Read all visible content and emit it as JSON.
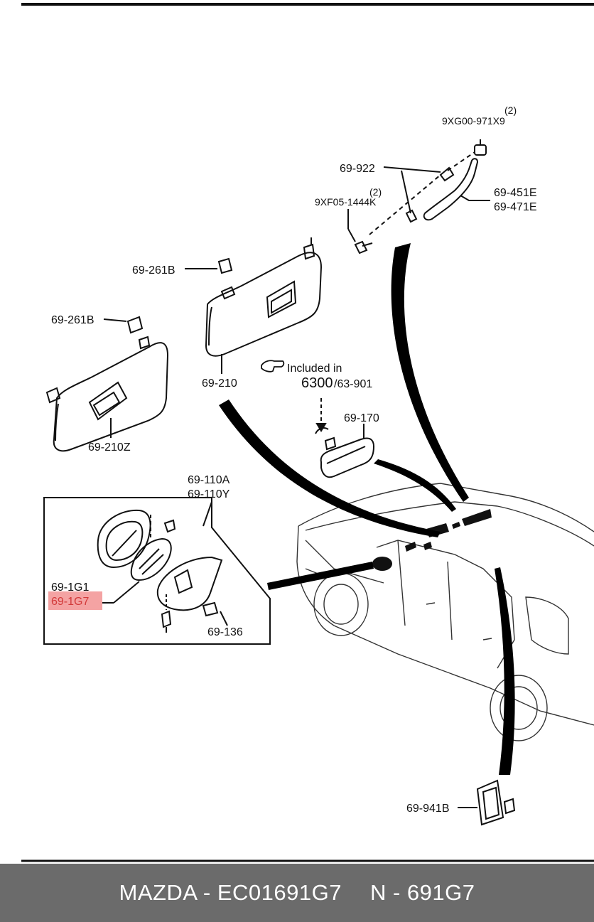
{
  "footer": {
    "part_text": "MAZDA - EC01691G7",
    "ref_text": "N - 691G7",
    "background": "#6b6b6b"
  },
  "labels": {
    "screw_top_qty": "(2)",
    "screw_top": "9XG00-971X9",
    "cap": "69-922",
    "clip_qty": "(2)",
    "clip": "9XF05-1444K",
    "grip_a": "69-451E",
    "grip_b": "69-471E",
    "holder_right": "69-261B",
    "holder_left": "69-261B",
    "visor_right": "69-210",
    "visor_left": "69-210Z",
    "included_in": "Included in",
    "included_code_a": "6300",
    "included_code_b": "/63-901",
    "mirror": "69-170",
    "lamp_a": "69-110A",
    "lamp_b": "69-110Y",
    "lens_a": "69-1G1",
    "lens_b": "69-1G7",
    "lamp_base": "69-136",
    "switch": "69-941B"
  },
  "highlight": {
    "part": "69-1G7",
    "color": "#f4a3a3"
  }
}
